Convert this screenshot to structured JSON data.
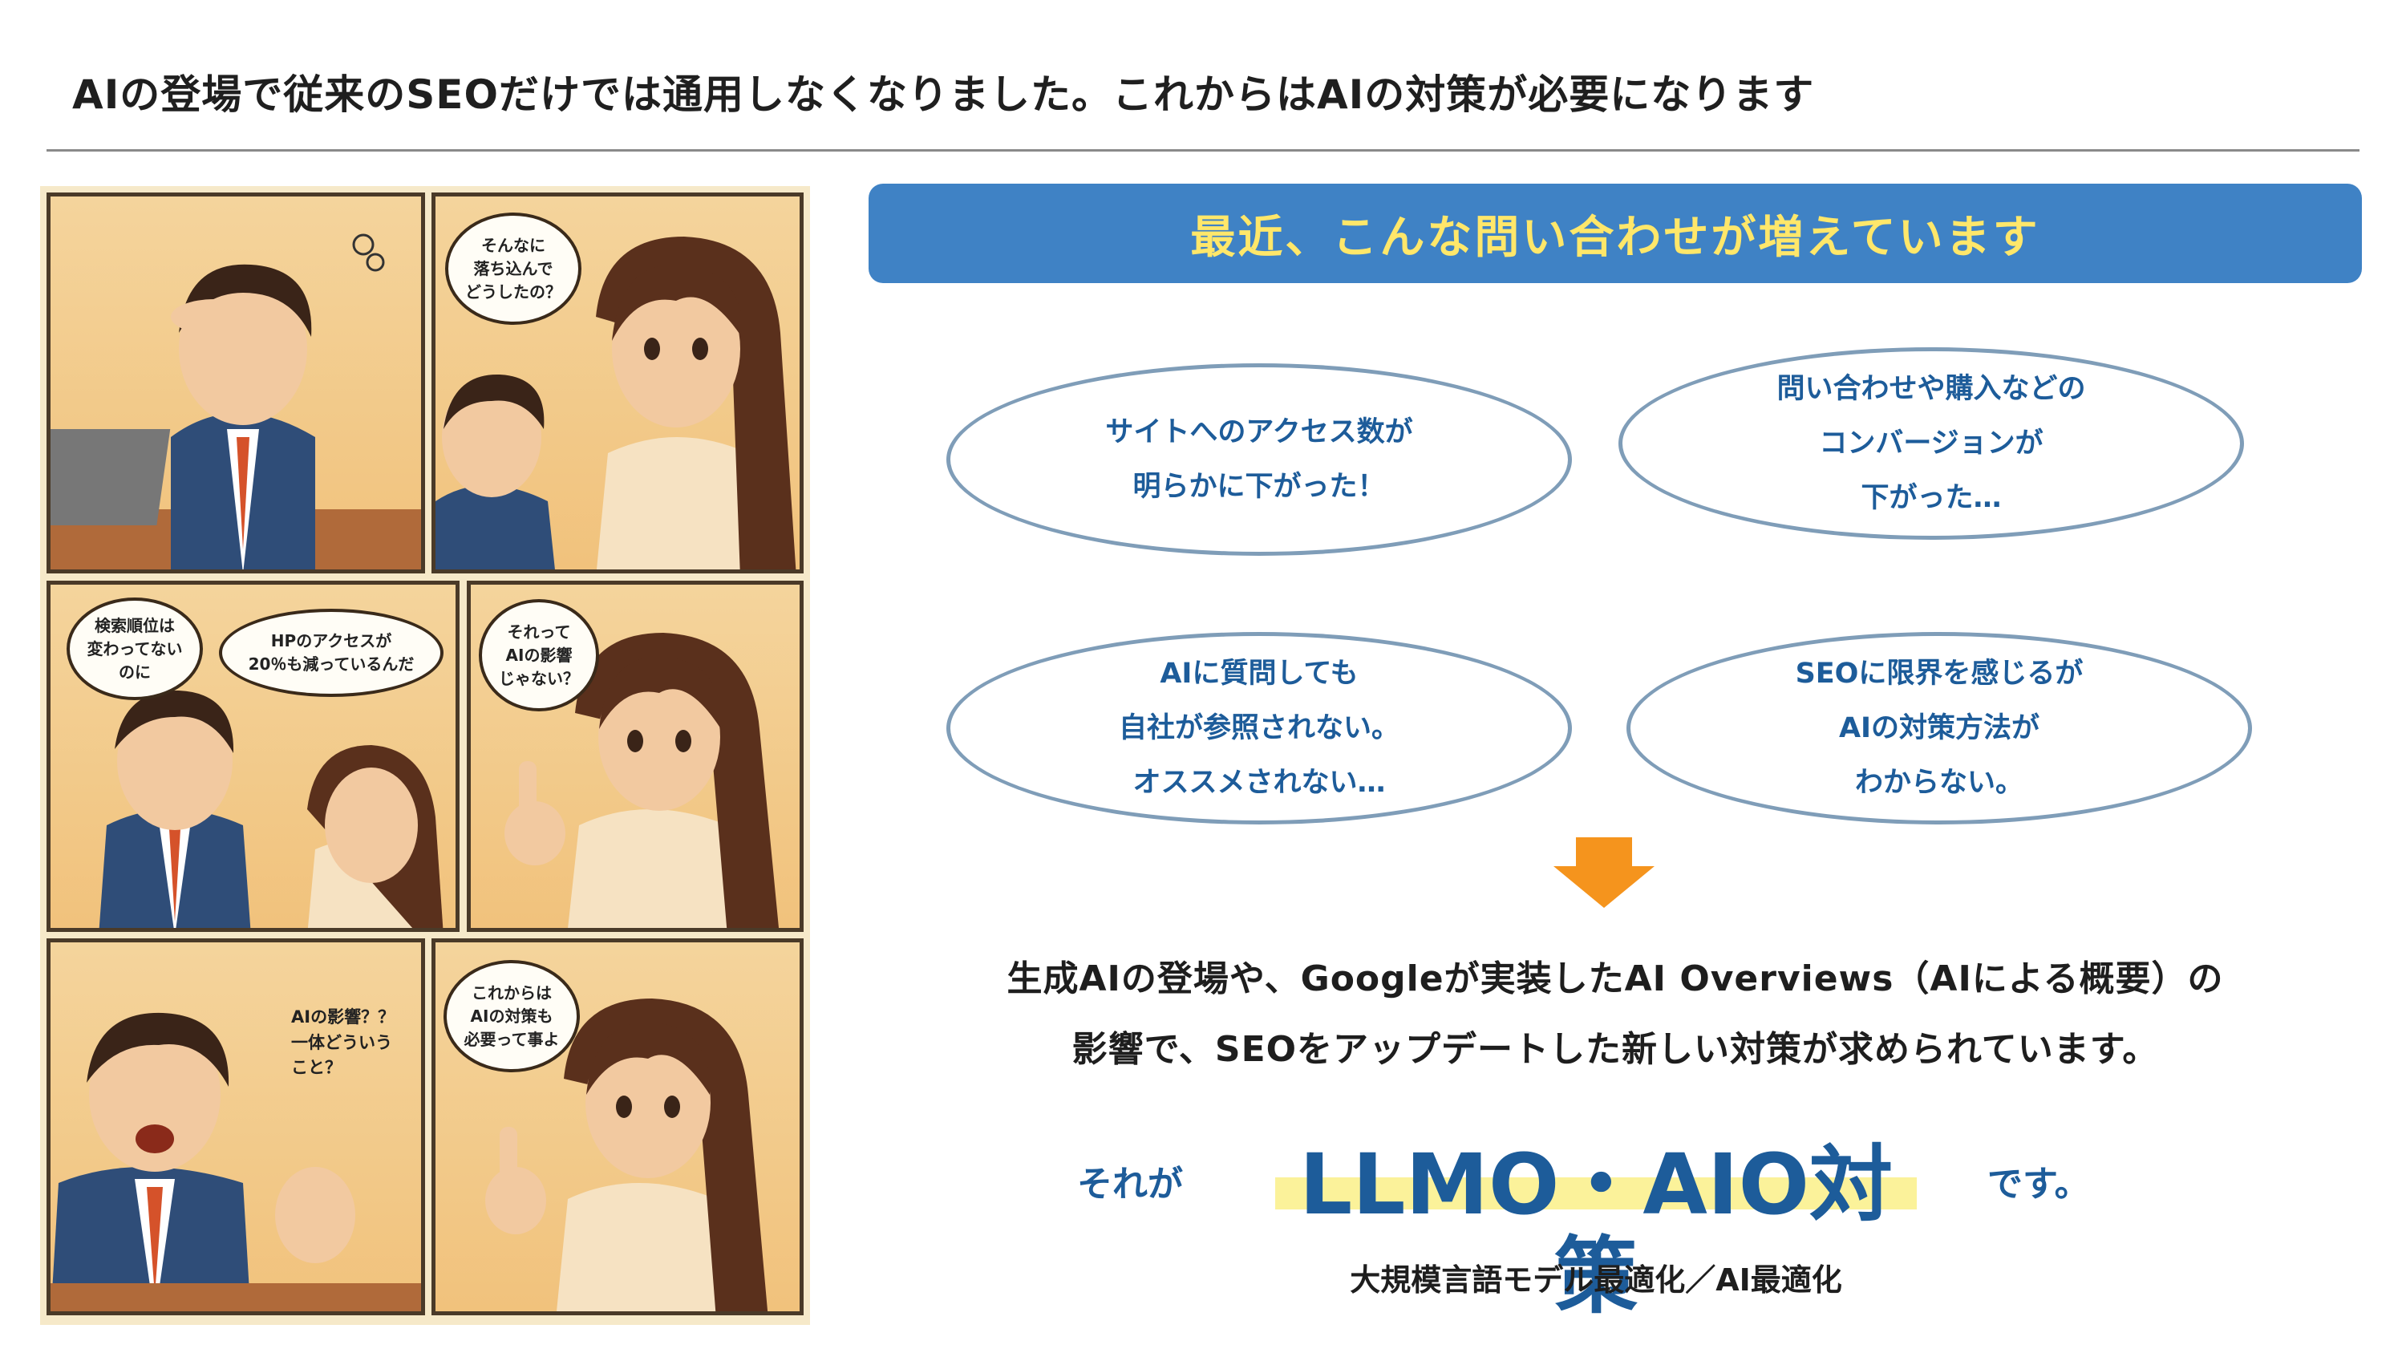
{
  "page_title": "AIの登場で従来のSEOだけでは通用しなくなりました。これからはAIの対策が必要になります",
  "comic": {
    "panel2_bubble": "そんなに\n落ち込んで\nどうしたの？",
    "panel3_bubble_left": "検索順位は\n変わってない\nのに",
    "panel3_bubble_right": "HPのアクセスが\n20％も減っているんだ",
    "panel4_bubble": "それって\nAIの影響\nじゃない？",
    "panel5_text": "AIの影響？？\n一体どういう\nこと？",
    "panel6_bubble": "これからは\nAIの対策も\n必要って事よ"
  },
  "banner": "最近、こんな問い合わせが増えています",
  "concerns": [
    "サイトへのアクセス数が\n明らかに下がった！",
    "問い合わせや購入などの\nコンバージョンが\n下がった…",
    "AIに質問しても\n自社が参照されない。\nオススメされない…",
    "SEOに限界を感じるが\nAIの対策方法が\nわからない。"
  ],
  "explanation": {
    "line1": "生成AIの登場や、Googleが実装したAI Overviews（AIによる概要）の",
    "line2": "影響で、SEOをアップデートした新しい対策が求められています。"
  },
  "conclusion": {
    "prefix": "それが",
    "main": "LLMO・AIO対策",
    "suffix": "です。",
    "sub": "大規模言語モデル最適化／AI最適化"
  },
  "colors": {
    "banner_bg": "#3f82c5",
    "banner_text": "#ffe76a",
    "accent_blue": "#1d5c9a",
    "arrow": "#f5941d",
    "highlight": "#fbf29a"
  }
}
